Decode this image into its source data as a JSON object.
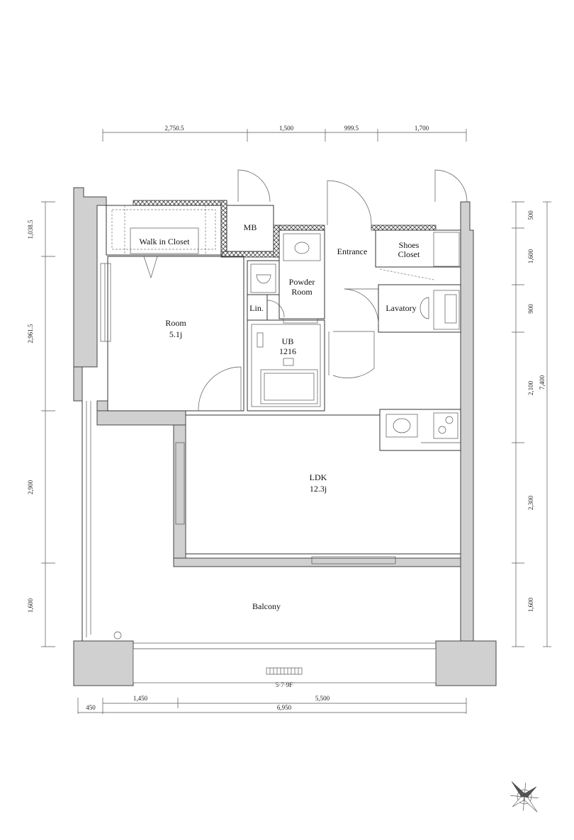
{
  "rooms": {
    "walk_in_closet": "Walk in Closet",
    "mb": "MB",
    "entrance": "Entrance",
    "shoes_closet_line1": "Shoes",
    "shoes_closet_line2": "Closet",
    "powder_room_line1": "Powder",
    "powder_room_line2": "Room",
    "lavatory": "Lavatory",
    "lin": "Lin.",
    "room_name": "Room",
    "room_size": "5.1j",
    "ub_name": "UB",
    "ub_size": "1216",
    "ldk_name": "LDK",
    "ldk_size": "12.3j",
    "balcony": "Balcony"
  },
  "dimensions": {
    "top": [
      "2,750.5",
      "1,500",
      "999.5",
      "1,700"
    ],
    "left": [
      "1,038.5",
      "2,961.5",
      "2,900",
      "1,600"
    ],
    "right_inner": [
      "500",
      "1,600",
      "900",
      "2,100",
      "2,300",
      "1,600"
    ],
    "right_total": "7,400",
    "bottom_row1": [
      "1,450",
      "5,500"
    ],
    "bottom_row2": [
      "450",
      "6,950"
    ]
  },
  "floor_note": "5·7·9F"
}
